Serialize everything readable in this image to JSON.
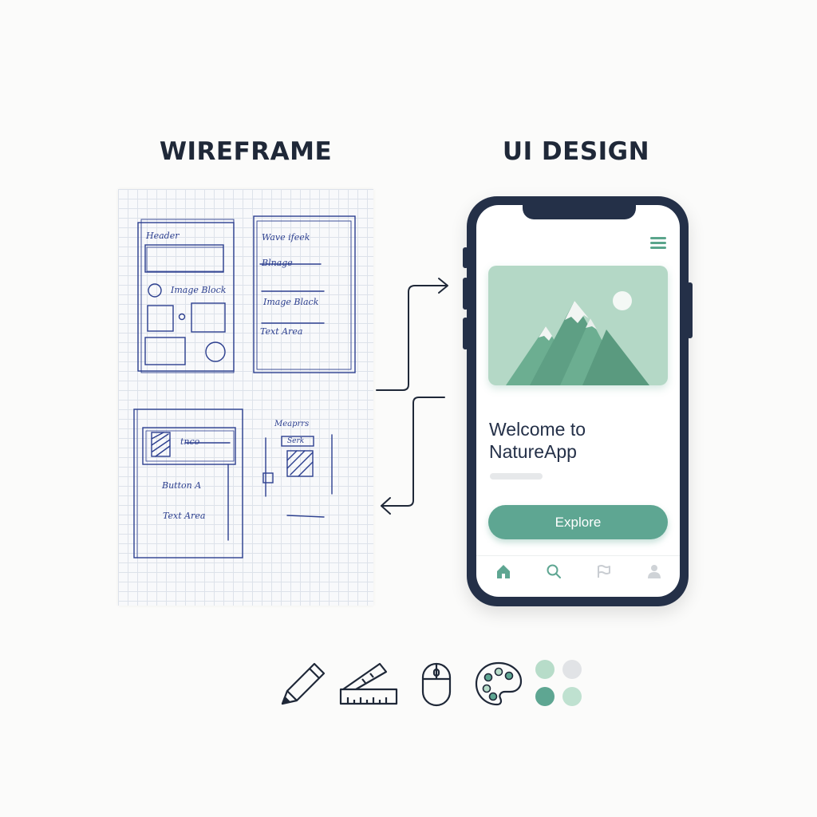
{
  "headings": {
    "wireframe": "WIREFRAME",
    "ui_design": "UI DESIGN"
  },
  "wireframe": {
    "labels": {
      "header": "Header",
      "image_block_1": "Image Block",
      "top_right_1": "Wave ifeek",
      "top_right_2": "Blnage",
      "image_block_2": "Image Black",
      "text_area_1": "Text Area",
      "input_text": "tnco",
      "button": "Button A",
      "text_area_2": "Text Area",
      "small_heading": "Meaprrs",
      "small_tag": "Serk"
    }
  },
  "phone": {
    "welcome_line1": "Welcome to",
    "welcome_line2": "NatureApp",
    "button_label": "Explore",
    "tabs": [
      "home-icon",
      "search-icon",
      "flag-icon",
      "profile-icon"
    ],
    "accent_color": "#5ea692",
    "frame_color": "#243048"
  },
  "tools": [
    "pencil-icon",
    "ruler-icon",
    "mouse-icon",
    "palette-icon"
  ],
  "swatches": [
    "#b7dcc9",
    "#e1e3e6",
    "#5ea692",
    "#bfe1d0"
  ]
}
